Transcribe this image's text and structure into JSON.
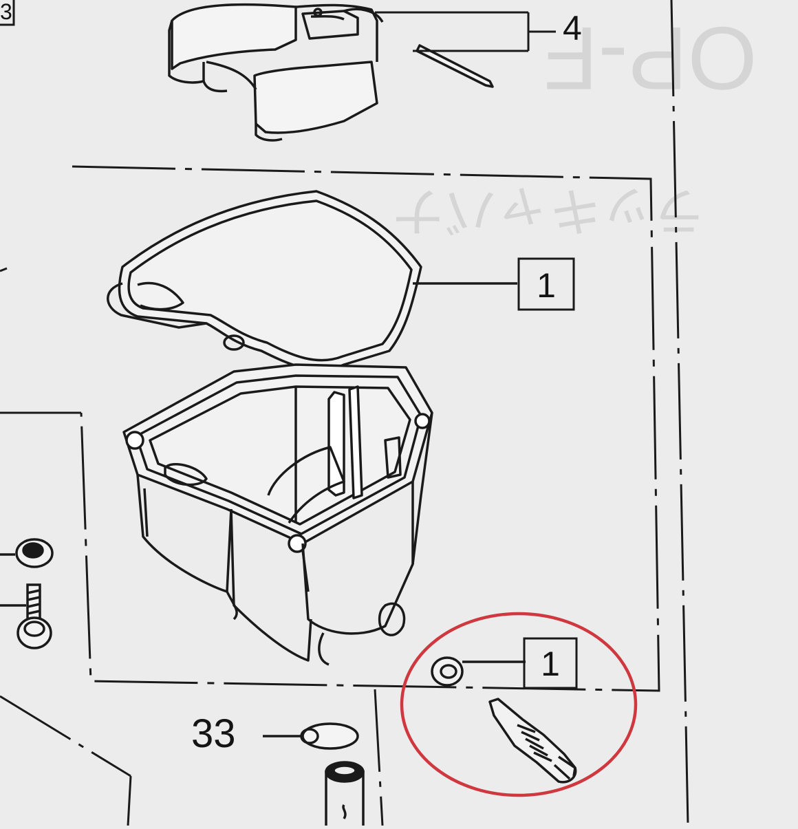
{
  "callouts": {
    "top_right": "4",
    "gasket": "1",
    "screw_kit": "1",
    "bottom_left": "33",
    "corner_box": "3"
  },
  "watermark": {
    "katakana": "ラッキャバナ",
    "top_right": "OP-F"
  },
  "colors": {
    "paper": "#ececec",
    "ink": "#141414",
    "highlight_circle": "#d0383f",
    "watermark": "#c9c9c9"
  }
}
